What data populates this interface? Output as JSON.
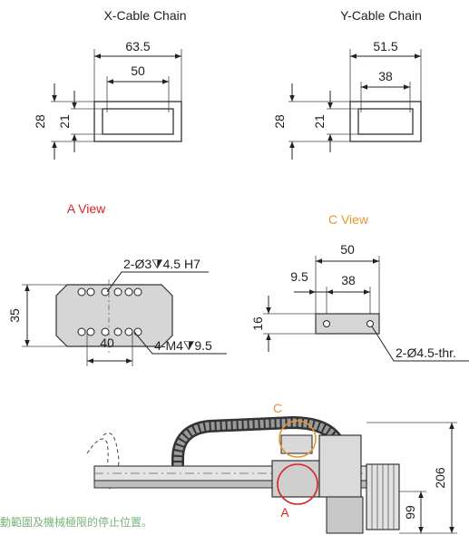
{
  "x_cable_chain": {
    "title": "X-Cable Chain",
    "dim_outer_width": "63.5",
    "dim_inner_width": "50",
    "dim_outer_height": "28",
    "dim_inner_height": "21"
  },
  "y_cable_chain": {
    "title": "Y-Cable Chain",
    "dim_outer_width": "51.5",
    "dim_inner_width": "38",
    "dim_outer_height": "28",
    "dim_inner_height": "21"
  },
  "a_view": {
    "title": "A View",
    "color": "#d9242a",
    "callout_top": "2-Ø3⧩4.5 H7",
    "callout_bottom": "4-M4⧩9.5",
    "dim_height": "35",
    "dim_width": "40"
  },
  "c_view": {
    "title": "C View",
    "color": "#e8952d",
    "dim_total": "50",
    "dim_offset": "9.5",
    "dim_span": "38",
    "dim_height": "16",
    "callout_hole": "2-Ø4.5-thr."
  },
  "assembly": {
    "label_c": "C",
    "label_a": "A",
    "dim_total_height": "206",
    "dim_lower_height": "99"
  },
  "footer_note": "動範圍及機械極限的停止位置。"
}
